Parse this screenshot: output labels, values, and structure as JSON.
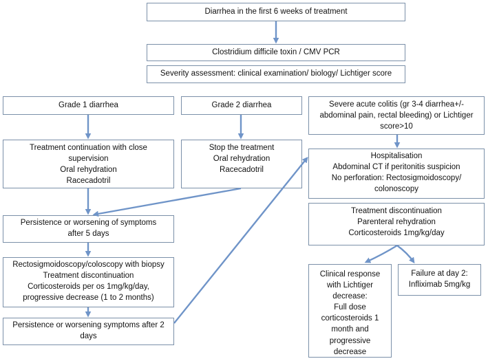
{
  "flowchart": {
    "start": [
      "Diarrhea in the first 6 weeks of treatment"
    ],
    "cdiff_test": [
      "Clostridium difficile toxin / CMV PCR"
    ],
    "severity": [
      "Severity assessment: clinical examination/ biology/ Lichtiger score"
    ],
    "grade1": [
      "Grade 1 diarrhea"
    ],
    "grade2": [
      "Grade 2 diarrhea"
    ],
    "severe": [
      "Severe acute colitis (gr 3-4 diarrhea+/-",
      "abdominal pain, rectal bleeding) or Lichtiger",
      "score>10"
    ],
    "grade1_treatment": [
      "Treatment continuation with close",
      "supervision",
      "Oral rehydration",
      "Racecadotril"
    ],
    "grade2_treatment": [
      "Stop the treatment",
      "Oral rehydration",
      "Racecadotril"
    ],
    "hospitalisation": [
      "Hospitalisation",
      "Abdominal CT if peritonitis suspicion",
      "No perforation: Rectosigmoidoscopy/",
      "colonoscopy"
    ],
    "persistence_5d": [
      "Persistence or worsening of symptoms",
      "after 5 days"
    ],
    "discontinuation_iv": [
      "Treatment discontinuation",
      "Parenteral rehydration",
      "Corticosteroids 1mg/kg/day"
    ],
    "endoscopy_oral": [
      "Rectosigmoidoscopy/coloscopy with biopsy",
      "Treatment discontinuation",
      "Corticosteroids per os 1mg/kg/day,",
      "progressive decrease (1 to 2 months)"
    ],
    "clinical_response": [
      "Clinical response",
      "with Lichtiger",
      "decrease:",
      "Full dose",
      "corticosteroids 1",
      "month and",
      "progressive",
      "decrease"
    ],
    "failure_day2": [
      "Failure at day 2:",
      "Infliximab 5mg/kg"
    ],
    "persistence_2d": [
      "Persistence or worsening symptoms after 2",
      "days"
    ]
  }
}
